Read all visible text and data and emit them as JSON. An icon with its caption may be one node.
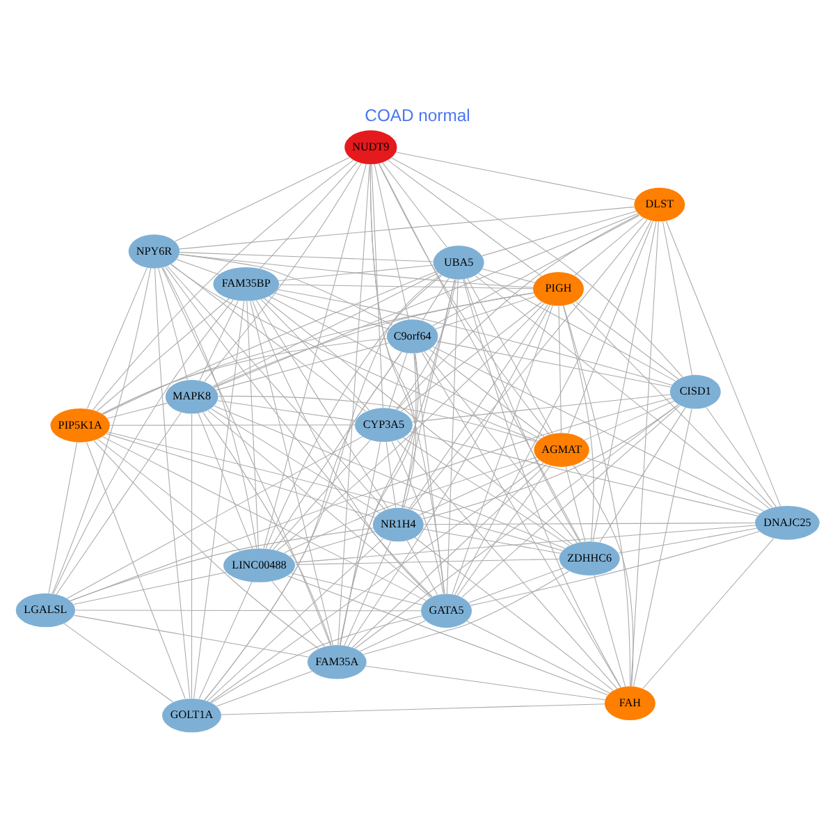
{
  "diagram": {
    "title": "COAD normal",
    "nodes": [
      {
        "text": [
          "PIP5K1A"
        ]
      },
      {
        "text": [
          "NUDT9"
        ]
      },
      {
        "text": [
          "ZDHHC6"
        ]
      },
      {
        "text": [
          "FAM35BP"
        ]
      },
      {
        "text": [
          "CISD1"
        ]
      },
      {
        "text": [
          "CYP3A5"
        ]
      },
      {
        "text": [
          "LGALSL"
        ]
      },
      {
        "text": [
          "FAM35A"
        ]
      },
      {
        "text": [
          "GATA5"
        ]
      },
      {
        "text": [
          "DNAJC25"
        ]
      },
      {
        "text": [
          "PIGH"
        ]
      },
      {
        "text": [
          "LINC00488"
        ]
      },
      {
        "text": [
          "MAPK8"
        ]
      },
      {
        "text": [
          "NR1H4"
        ]
      },
      {
        "text": [
          "UBA5"
        ]
      },
      {
        "text": [
          "FAH"
        ]
      },
      {
        "text": [
          "GOLT1A"
        ]
      },
      {
        "text": [
          "C9orf64"
        ]
      },
      {
        "text": [
          "DLST"
        ]
      },
      {
        "text": [
          "NPY6R"
        ]
      },
      {
        "text": [
          "AGMAT"
        ]
      }
    ],
    "edges": [
      {
        "from": 0,
        "to": 1,
        "arrow": "none"
      },
      {
        "from": 0,
        "to": 2,
        "arrow": "none"
      },
      {
        "from": 0,
        "to": 3,
        "arrow": "none"
      },
      {
        "from": 0,
        "to": 5,
        "arrow": "none"
      },
      {
        "from": 0,
        "to": 6,
        "arrow": "none"
      },
      {
        "from": 0,
        "to": 7,
        "arrow": "none"
      },
      {
        "from": 0,
        "to": 8,
        "arrow": "none"
      },
      {
        "from": 0,
        "to": 10,
        "arrow": "none"
      },
      {
        "from": 0,
        "to": 11,
        "arrow": "none"
      },
      {
        "from": 0,
        "to": 12,
        "arrow": "none"
      },
      {
        "from": 0,
        "to": 13,
        "arrow": "none"
      },
      {
        "from": 0,
        "to": 14,
        "arrow": "none"
      },
      {
        "from": 0,
        "to": 16,
        "arrow": "none"
      },
      {
        "from": 0,
        "to": 17,
        "arrow": "none"
      },
      {
        "from": 0,
        "to": 19,
        "arrow": "none"
      },
      {
        "from": 1,
        "to": 2,
        "arrow": "none"
      },
      {
        "from": 1,
        "to": 3,
        "arrow": "none"
      },
      {
        "from": 1,
        "to": 4,
        "arrow": "none"
      },
      {
        "from": 1,
        "to": 5,
        "arrow": "none"
      },
      {
        "from": 1,
        "to": 7,
        "arrow": "none"
      },
      {
        "from": 1,
        "to": 8,
        "arrow": "none"
      },
      {
        "from": 1,
        "to": 10,
        "arrow": "none"
      },
      {
        "from": 1,
        "to": 11,
        "arrow": "none"
      },
      {
        "from": 1,
        "to": 12,
        "arrow": "none"
      },
      {
        "from": 1,
        "to": 13,
        "arrow": "none"
      },
      {
        "from": 1,
        "to": 14,
        "arrow": "none"
      },
      {
        "from": 1,
        "to": 17,
        "arrow": "none"
      },
      {
        "from": 1,
        "to": 18,
        "arrow": "none"
      },
      {
        "from": 1,
        "to": 19,
        "arrow": "none"
      },
      {
        "from": 1,
        "to": 20,
        "arrow": "none"
      },
      {
        "from": 2,
        "to": 3,
        "arrow": "none"
      },
      {
        "from": 2,
        "to": 4,
        "arrow": "none"
      },
      {
        "from": 2,
        "to": 5,
        "arrow": "none"
      },
      {
        "from": 2,
        "to": 7,
        "arrow": "none"
      },
      {
        "from": 2,
        "to": 8,
        "arrow": "none"
      },
      {
        "from": 2,
        "to": 9,
        "arrow": "none"
      },
      {
        "from": 2,
        "to": 10,
        "arrow": "none"
      },
      {
        "from": 2,
        "to": 11,
        "arrow": "none"
      },
      {
        "from": 2,
        "to": 12,
        "arrow": "none"
      },
      {
        "from": 2,
        "to": 13,
        "arrow": "none"
      },
      {
        "from": 2,
        "to": 14,
        "arrow": "none"
      },
      {
        "from": 2,
        "to": 15,
        "arrow": "none"
      },
      {
        "from": 2,
        "to": 17,
        "arrow": "none"
      },
      {
        "from": 2,
        "to": 18,
        "arrow": "none"
      },
      {
        "from": 2,
        "to": 20,
        "arrow": "none"
      },
      {
        "from": 3,
        "to": 4,
        "arrow": "none"
      },
      {
        "from": 3,
        "to": 5,
        "arrow": "none"
      },
      {
        "from": 3,
        "to": 6,
        "arrow": "none"
      },
      {
        "from": 3,
        "to": 7,
        "arrow": "none"
      },
      {
        "from": 3,
        "to": 8,
        "arrow": "none"
      },
      {
        "from": 3,
        "to": 10,
        "arrow": "none"
      },
      {
        "from": 3,
        "to": 11,
        "arrow": "none"
      },
      {
        "from": 3,
        "to": 12,
        "arrow": "none"
      },
      {
        "from": 3,
        "to": 13,
        "arrow": "none"
      },
      {
        "from": 3,
        "to": 14,
        "arrow": "none"
      },
      {
        "from": 3,
        "to": 16,
        "arrow": "none"
      },
      {
        "from": 3,
        "to": 17,
        "arrow": "none"
      },
      {
        "from": 3,
        "to": 19,
        "arrow": "none"
      },
      {
        "from": 3,
        "to": 20,
        "arrow": "none"
      },
      {
        "from": 4,
        "to": 5,
        "arrow": "none"
      },
      {
        "from": 4,
        "to": 6,
        "arrow": "none"
      },
      {
        "from": 4,
        "to": 7,
        "arrow": "none"
      },
      {
        "from": 4,
        "to": 8,
        "arrow": "none"
      },
      {
        "from": 4,
        "to": 9,
        "arrow": "none"
      },
      {
        "from": 4,
        "to": 10,
        "arrow": "none"
      },
      {
        "from": 4,
        "to": 13,
        "arrow": "none"
      },
      {
        "from": 4,
        "to": 14,
        "arrow": "none"
      },
      {
        "from": 4,
        "to": 15,
        "arrow": "none"
      },
      {
        "from": 4,
        "to": 17,
        "arrow": "none"
      },
      {
        "from": 4,
        "to": 18,
        "arrow": "none"
      },
      {
        "from": 4,
        "to": 20,
        "arrow": "none"
      },
      {
        "from": 5,
        "to": 6,
        "arrow": "none"
      },
      {
        "from": 5,
        "to": 7,
        "arrow": "none"
      },
      {
        "from": 5,
        "to": 8,
        "arrow": "none"
      },
      {
        "from": 5,
        "to": 9,
        "arrow": "none"
      },
      {
        "from": 5,
        "to": 10,
        "arrow": "none"
      },
      {
        "from": 5,
        "to": 11,
        "arrow": "none"
      },
      {
        "from": 5,
        "to": 12,
        "arrow": "none"
      },
      {
        "from": 5,
        "to": 13,
        "arrow": "none"
      },
      {
        "from": 5,
        "to": 14,
        "arrow": "none"
      },
      {
        "from": 5,
        "to": 15,
        "arrow": "none"
      },
      {
        "from": 5,
        "to": 17,
        "arrow": "none"
      },
      {
        "from": 5,
        "to": 18,
        "arrow": "none"
      },
      {
        "from": 5,
        "to": 19,
        "arrow": "none"
      },
      {
        "from": 6,
        "to": 7,
        "arrow": "none"
      },
      {
        "from": 6,
        "to": 8,
        "arrow": "none"
      },
      {
        "from": 6,
        "to": 11,
        "arrow": "none"
      },
      {
        "from": 6,
        "to": 12,
        "arrow": "none"
      },
      {
        "from": 6,
        "to": 13,
        "arrow": "none"
      },
      {
        "from": 6,
        "to": 16,
        "arrow": "none"
      },
      {
        "from": 6,
        "to": 19,
        "arrow": "none"
      },
      {
        "from": 7,
        "to": 8,
        "arrow": "none"
      },
      {
        "from": 7,
        "to": 10,
        "arrow": "none"
      },
      {
        "from": 7,
        "to": 11,
        "arrow": "none"
      },
      {
        "from": 7,
        "to": 12,
        "arrow": "none"
      },
      {
        "from": 7,
        "to": 13,
        "arrow": "none"
      },
      {
        "from": 7,
        "to": 14,
        "arrow": "none"
      },
      {
        "from": 7,
        "to": 15,
        "arrow": "none"
      },
      {
        "from": 7,
        "to": 16,
        "arrow": "none"
      },
      {
        "from": 7,
        "to": 17,
        "arrow": "none"
      },
      {
        "from": 7,
        "to": 19,
        "arrow": "none"
      },
      {
        "from": 7,
        "to": 20,
        "arrow": "none"
      },
      {
        "from": 8,
        "to": 9,
        "arrow": "none"
      },
      {
        "from": 8,
        "to": 10,
        "arrow": "none"
      },
      {
        "from": 8,
        "to": 11,
        "arrow": "none"
      },
      {
        "from": 8,
        "to": 12,
        "arrow": "none"
      },
      {
        "from": 8,
        "to": 13,
        "arrow": "none"
      },
      {
        "from": 8,
        "to": 14,
        "arrow": "none"
      },
      {
        "from": 8,
        "to": 15,
        "arrow": "none"
      },
      {
        "from": 8,
        "to": 16,
        "arrow": "none"
      },
      {
        "from": 8,
        "to": 17,
        "arrow": "none"
      },
      {
        "from": 8,
        "to": 18,
        "arrow": "none"
      },
      {
        "from": 8,
        "to": 19,
        "arrow": "none"
      },
      {
        "from": 8,
        "to": 20,
        "arrow": "none"
      },
      {
        "from": 9,
        "to": 10,
        "arrow": "none"
      },
      {
        "from": 9,
        "to": 11,
        "arrow": "none"
      },
      {
        "from": 9,
        "to": 13,
        "arrow": "none"
      },
      {
        "from": 9,
        "to": 14,
        "arrow": "none"
      },
      {
        "from": 9,
        "to": 15,
        "arrow": "none"
      },
      {
        "from": 9,
        "to": 17,
        "arrow": "none"
      },
      {
        "from": 9,
        "to": 18,
        "arrow": "none"
      },
      {
        "from": 9,
        "to": 20,
        "arrow": "none"
      },
      {
        "from": 10,
        "to": 11,
        "arrow": "none"
      },
      {
        "from": 10,
        "to": 12,
        "arrow": "none"
      },
      {
        "from": 10,
        "to": 13,
        "arrow": "none"
      },
      {
        "from": 10,
        "to": 14,
        "arrow": "none"
      },
      {
        "from": 10,
        "to": 15,
        "arrow": "none"
      },
      {
        "from": 10,
        "to": 17,
        "arrow": "none"
      },
      {
        "from": 10,
        "to": 18,
        "arrow": "none"
      },
      {
        "from": 10,
        "to": 19,
        "arrow": "none"
      },
      {
        "from": 10,
        "to": 20,
        "arrow": "none"
      },
      {
        "from": 11,
        "to": 12,
        "arrow": "none"
      },
      {
        "from": 11,
        "to": 13,
        "arrow": "none"
      },
      {
        "from": 11,
        "to": 14,
        "arrow": "none"
      },
      {
        "from": 11,
        "to": 15,
        "arrow": "none"
      },
      {
        "from": 11,
        "to": 16,
        "arrow": "none"
      },
      {
        "from": 11,
        "to": 17,
        "arrow": "none"
      },
      {
        "from": 11,
        "to": 19,
        "arrow": "none"
      },
      {
        "from": 11,
        "to": 20,
        "arrow": "none"
      },
      {
        "from": 12,
        "to": 13,
        "arrow": "none"
      },
      {
        "from": 12,
        "to": 14,
        "arrow": "none"
      },
      {
        "from": 12,
        "to": 16,
        "arrow": "none"
      },
      {
        "from": 12,
        "to": 17,
        "arrow": "none"
      },
      {
        "from": 12,
        "to": 18,
        "arrow": "none"
      },
      {
        "from": 12,
        "to": 19,
        "arrow": "none"
      },
      {
        "from": 12,
        "to": 20,
        "arrow": "none"
      },
      {
        "from": 13,
        "to": 14,
        "arrow": "none"
      },
      {
        "from": 13,
        "to": 15,
        "arrow": "none"
      },
      {
        "from": 13,
        "to": 16,
        "arrow": "none"
      },
      {
        "from": 13,
        "to": 17,
        "arrow": "none"
      },
      {
        "from": 13,
        "to": 18,
        "arrow": "none"
      },
      {
        "from": 13,
        "to": 19,
        "arrow": "none"
      },
      {
        "from": 13,
        "to": 20,
        "arrow": "none"
      },
      {
        "from": 14,
        "to": 15,
        "arrow": "none"
      },
      {
        "from": 14,
        "to": 16,
        "arrow": "none"
      },
      {
        "from": 14,
        "to": 17,
        "arrow": "none"
      },
      {
        "from": 14,
        "to": 18,
        "arrow": "none"
      },
      {
        "from": 14,
        "to": 19,
        "arrow": "none"
      },
      {
        "from": 14,
        "to": 20,
        "arrow": "none"
      },
      {
        "from": 15,
        "to": 16,
        "arrow": "none"
      },
      {
        "from": 15,
        "to": 17,
        "arrow": "none"
      },
      {
        "from": 15,
        "to": 18,
        "arrow": "none"
      },
      {
        "from": 15,
        "to": 20,
        "arrow": "none"
      },
      {
        "from": 16,
        "to": 17,
        "arrow": "none"
      },
      {
        "from": 16,
        "to": 19,
        "arrow": "none"
      },
      {
        "from": 16,
        "to": 20,
        "arrow": "none"
      },
      {
        "from": 17,
        "to": 18,
        "arrow": "none"
      },
      {
        "from": 17,
        "to": 19,
        "arrow": "none"
      },
      {
        "from": 17,
        "to": 20,
        "arrow": "none"
      },
      {
        "from": 18,
        "to": 19,
        "arrow": "none"
      },
      {
        "from": 18,
        "to": 20,
        "arrow": "none"
      },
      {
        "from": 19,
        "to": 20,
        "arrow": "none"
      }
    ]
  }
}
